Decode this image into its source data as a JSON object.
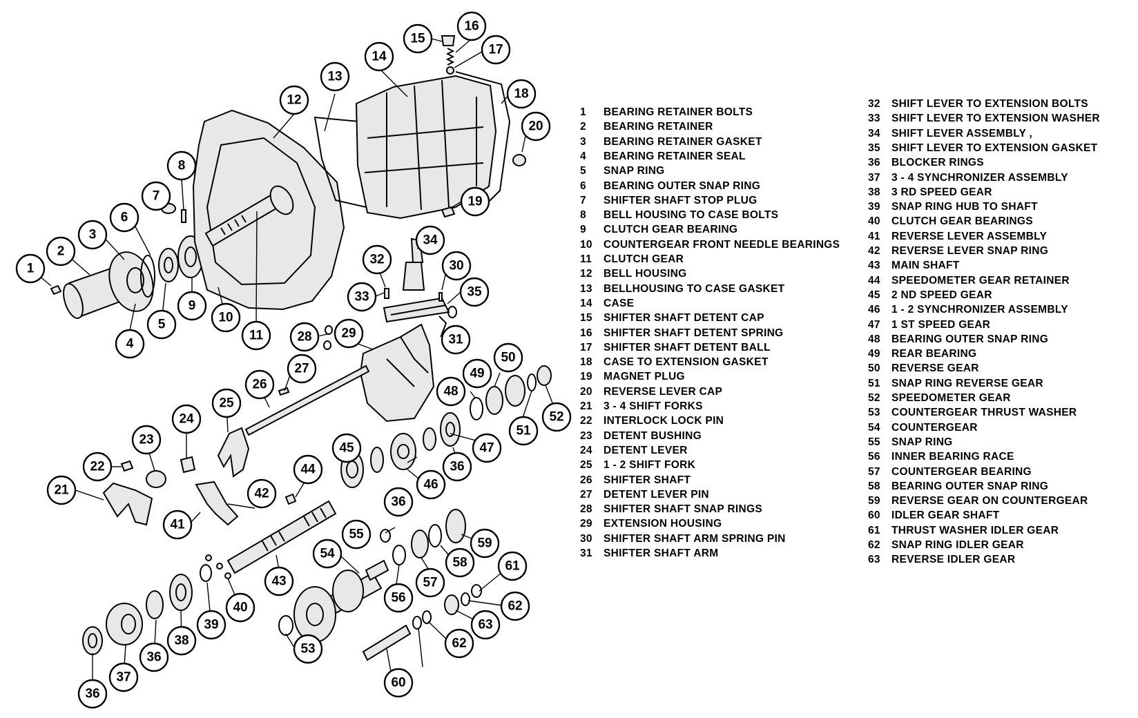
{
  "legend": [
    {
      "num": "1",
      "label": "BEARING RETAINER BOLTS"
    },
    {
      "num": "2",
      "label": "BEARING RETAINER"
    },
    {
      "num": "3",
      "label": "BEARING RETAINER GASKET"
    },
    {
      "num": "4",
      "label": "BEARING RETAINER SEAL"
    },
    {
      "num": "5",
      "label": "SNAP RING"
    },
    {
      "num": "6",
      "label": "BEARING OUTER SNAP RING"
    },
    {
      "num": "7",
      "label": "SHIFTER SHAFT STOP PLUG"
    },
    {
      "num": "8",
      "label": "BELL HOUSING TO CASE BOLTS"
    },
    {
      "num": "9",
      "label": "CLUTCH GEAR BEARING"
    },
    {
      "num": "10",
      "label": "COUNTERGEAR FRONT NEEDLE BEARINGS"
    },
    {
      "num": "11",
      "label": "CLUTCH GEAR"
    },
    {
      "num": "12",
      "label": "BELL HOUSING"
    },
    {
      "num": "13",
      "label": "BELLHOUSING TO CASE GASKET"
    },
    {
      "num": "14",
      "label": "CASE"
    },
    {
      "num": "15",
      "label": "SHIFTER SHAFT DETENT CAP"
    },
    {
      "num": "16",
      "label": "SHIFTER SHAFT DETENT SPRING"
    },
    {
      "num": "17",
      "label": "SHIFTER SHAFT DETENT BALL"
    },
    {
      "num": "18",
      "label": "CASE TO EXTENSION GASKET"
    },
    {
      "num": "19",
      "label": "MAGNET PLUG"
    },
    {
      "num": "20",
      "label": "REVERSE LEVER CAP"
    },
    {
      "num": "21",
      "label": "3 - 4 SHIFT FORKS"
    },
    {
      "num": "22",
      "label": "INTERLOCK LOCK PIN"
    },
    {
      "num": "23",
      "label": "DETENT BUSHING"
    },
    {
      "num": "24",
      "label": "DETENT LEVER"
    },
    {
      "num": "25",
      "label": "1 - 2 SHIFT FORK"
    },
    {
      "num": "26",
      "label": "SHIFTER SHAFT"
    },
    {
      "num": "27",
      "label": "DETENT LEVER PIN"
    },
    {
      "num": "28",
      "label": "SHIFTER SHAFT SNAP RINGS"
    },
    {
      "num": "29",
      "label": "EXTENSION HOUSING"
    },
    {
      "num": "30",
      "label": "SHIFTER SHAFT ARM SPRING PIN"
    },
    {
      "num": "31",
      "label": "SHIFTER SHAFT ARM"
    },
    {
      "num": "32",
      "label": "SHIFT LEVER TO EXTENSION BOLTS"
    },
    {
      "num": "33",
      "label": "SHIFT LEVER TO EXTENSION WASHER"
    },
    {
      "num": "34",
      "label": "SHIFT LEVER ASSEMBLY ,"
    },
    {
      "num": "35",
      "label": "SHIFT LEVER TO EXTENSION GASKET"
    },
    {
      "num": "36",
      "label": "BLOCKER RINGS"
    },
    {
      "num": "37",
      "label": "3 - 4 SYNCHRONIZER ASSEMBLY"
    },
    {
      "num": "38",
      "label": "3 RD SPEED GEAR"
    },
    {
      "num": "39",
      "label": "SNAP RING HUB TO SHAFT"
    },
    {
      "num": "40",
      "label": "CLUTCH GEAR BEARINGS"
    },
    {
      "num": "41",
      "label": "REVERSE LEVER ASSEMBLY"
    },
    {
      "num": "42",
      "label": "REVERSE LEVER SNAP RING"
    },
    {
      "num": "43",
      "label": "MAIN SHAFT"
    },
    {
      "num": "44",
      "label": "SPEEDOMETER GEAR RETAINER"
    },
    {
      "num": "45",
      "label": "2 ND SPEED GEAR"
    },
    {
      "num": "46",
      "label": "1 - 2 SYNCHRONIZER ASSEMBLY"
    },
    {
      "num": "47",
      "label": "1 ST SPEED GEAR"
    },
    {
      "num": "48",
      "label": "BEARING OUTER SNAP RING"
    },
    {
      "num": "49",
      "label": "REAR BEARING"
    },
    {
      "num": "50",
      "label": "REVERSE GEAR"
    },
    {
      "num": "51",
      "label": "SNAP RING REVERSE GEAR"
    },
    {
      "num": "52",
      "label": "SPEEDOMETER GEAR"
    },
    {
      "num": "53",
      "label": "COUNTERGEAR THRUST WASHER"
    },
    {
      "num": "54",
      "label": "COUNTERGEAR"
    },
    {
      "num": "55",
      "label": "SNAP RING"
    },
    {
      "num": "56",
      "label": "INNER BEARING RACE"
    },
    {
      "num": "57",
      "label": "COUNTERGEAR BEARING"
    },
    {
      "num": "58",
      "label": "BEARING OUTER SNAP RING"
    },
    {
      "num": "59",
      "label": "REVERSE GEAR ON COUNTERGEAR"
    },
    {
      "num": "60",
      "label": "IDLER GEAR SHAFT"
    },
    {
      "num": "61",
      "label": "THRUST WASHER IDLER GEAR"
    },
    {
      "num": "62",
      "label": "SNAP RING IDLER GEAR"
    },
    {
      "num": "63",
      "label": "REVERSE IDLER GEAR"
    }
  ],
  "callouts": [
    "1",
    "2",
    "3",
    "4",
    "5",
    "6",
    "7",
    "8",
    "9",
    "10",
    "11",
    "12",
    "13",
    "14",
    "15",
    "16",
    "17",
    "18",
    "19",
    "20",
    "21",
    "22",
    "23",
    "24",
    "25",
    "26",
    "27",
    "28",
    "29",
    "30",
    "31",
    "32",
    "33",
    "34",
    "35",
    "36",
    "36",
    "36",
    "36",
    "37",
    "38",
    "39",
    "40",
    "41",
    "42",
    "43",
    "44",
    "45",
    "46",
    "47",
    "48",
    "49",
    "50",
    "51",
    "52",
    "53",
    "54",
    "55",
    "56",
    "57",
    "58",
    "59",
    "60",
    "61",
    "62",
    "62",
    "63"
  ]
}
